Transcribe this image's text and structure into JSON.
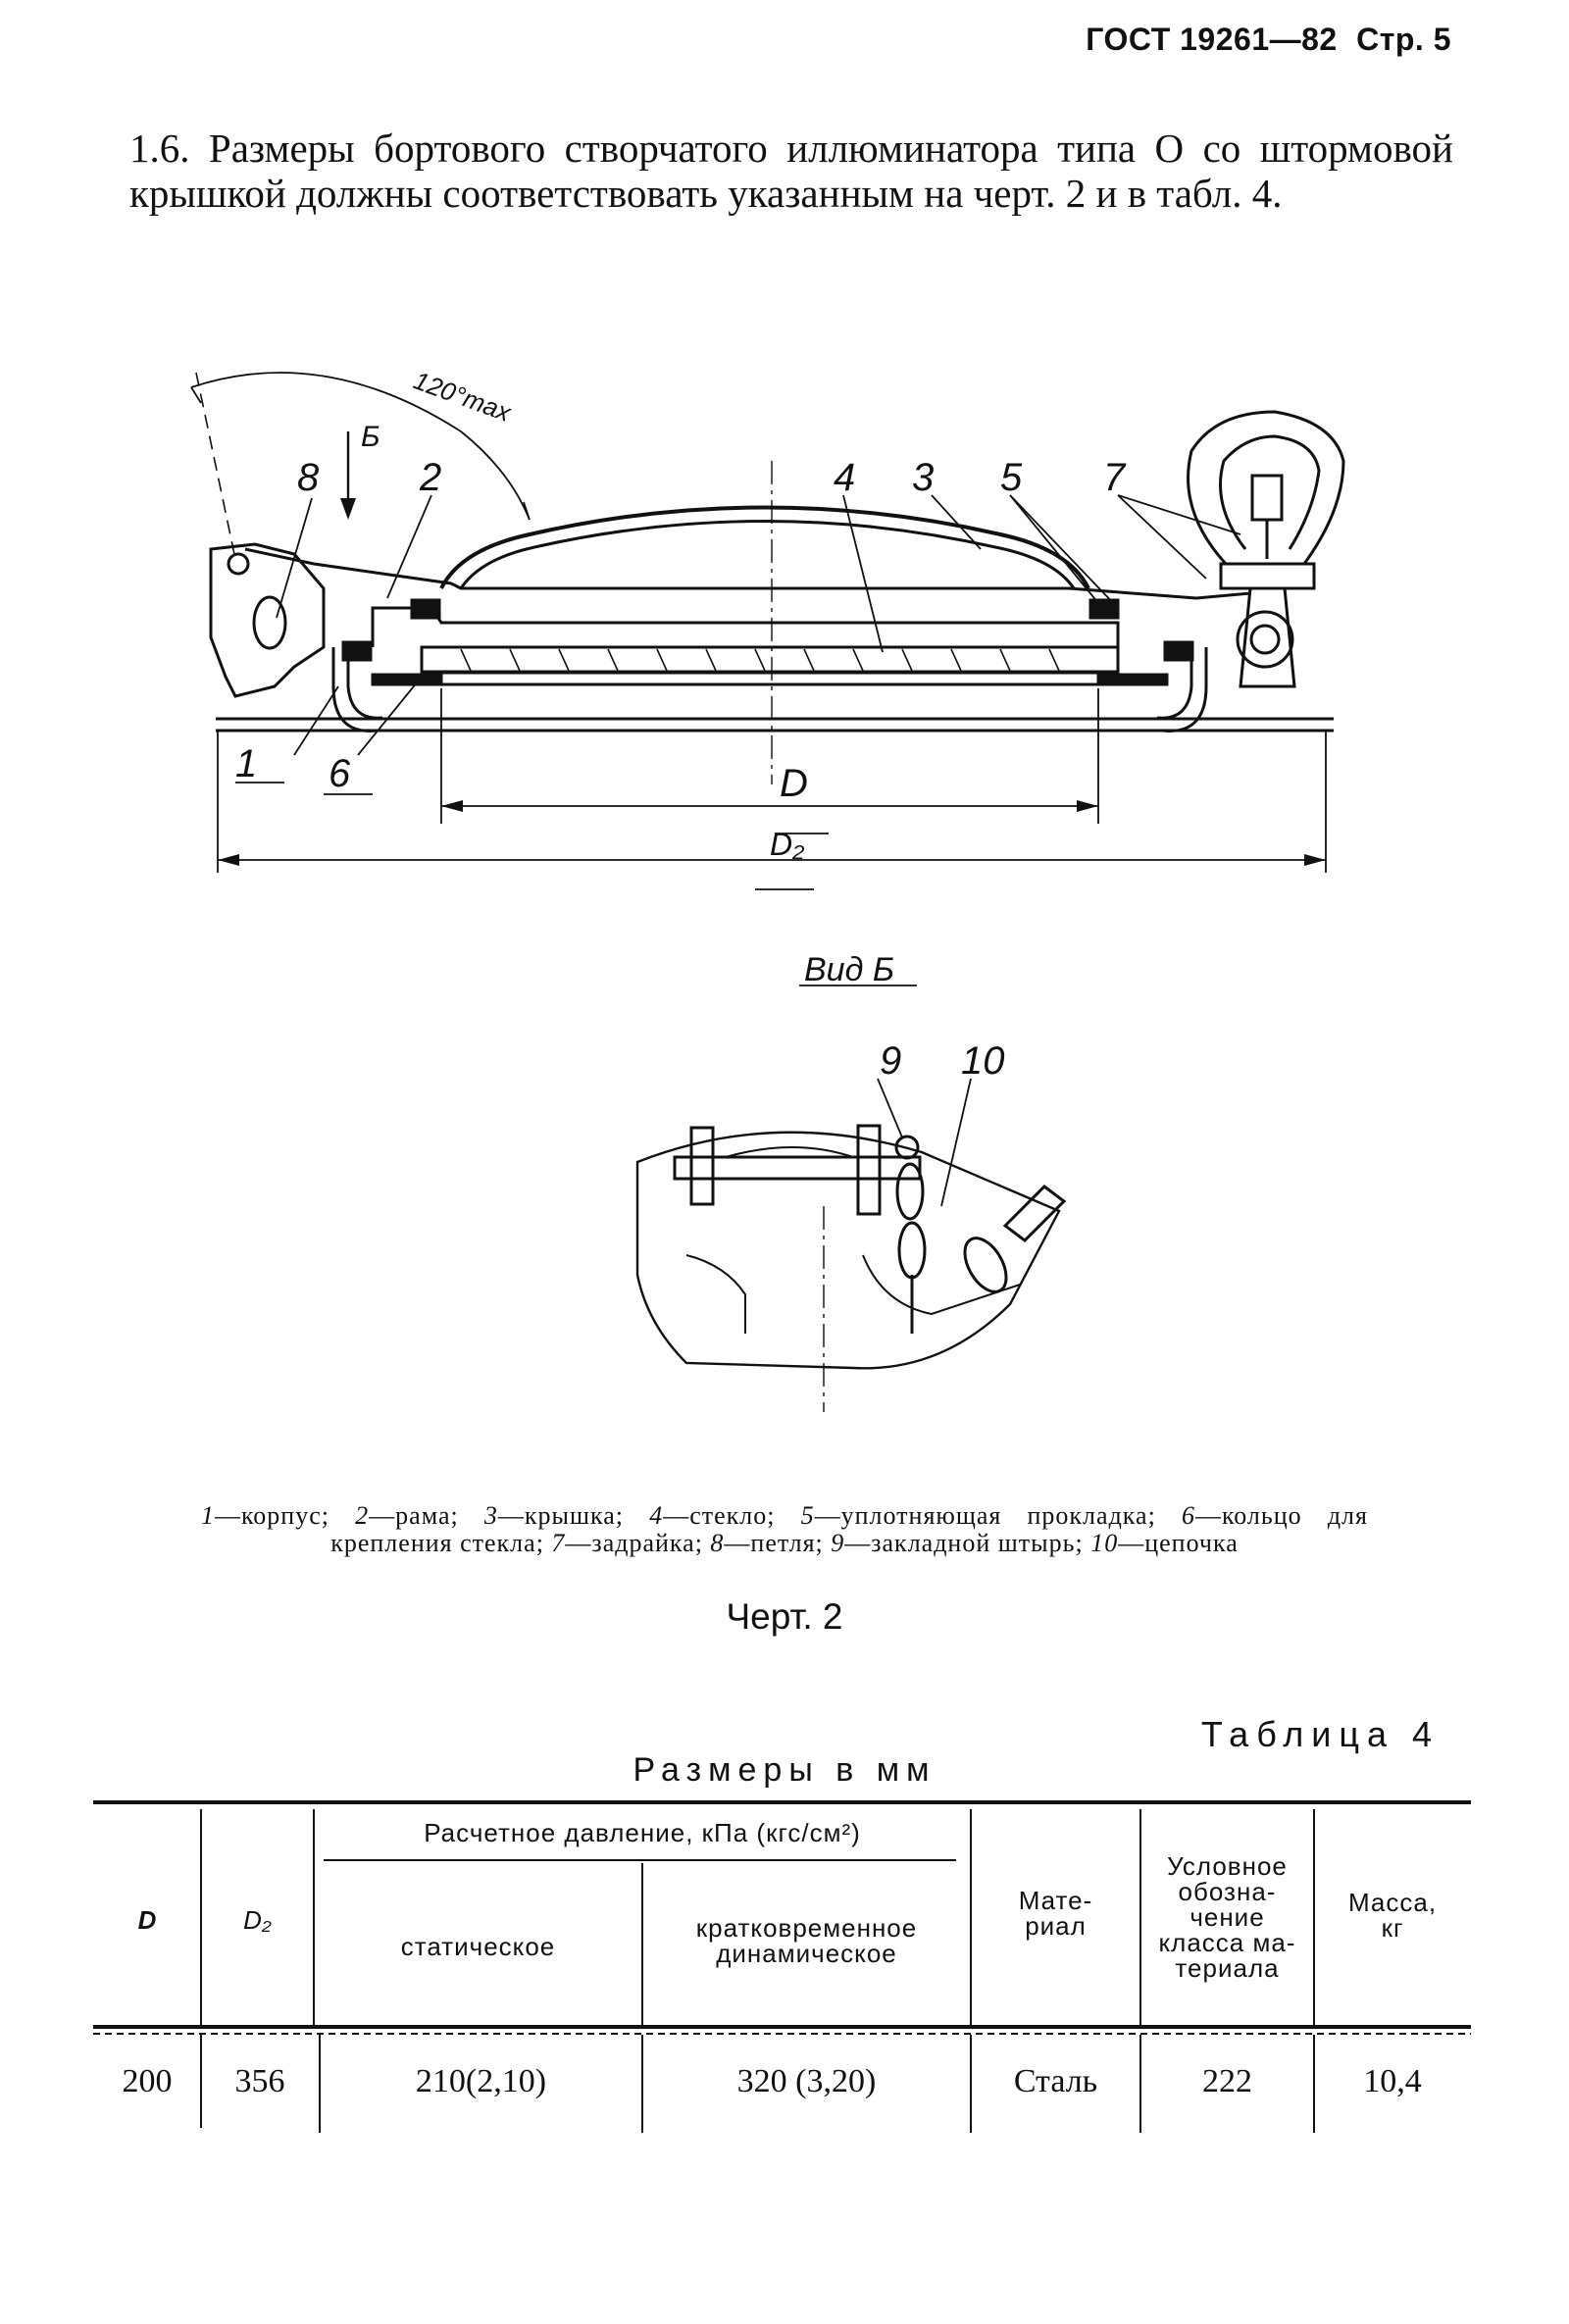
{
  "header": {
    "standard": "ГОСТ 19261—82",
    "page": "Стр. 5"
  },
  "intro": "1.6. Размеры бортового створчатого иллюминатора типа О со штормовой крышкой должны соответствовать указанным на черт. 2 и в табл. 4.",
  "drawing": {
    "callouts": [
      "8",
      "2",
      "4",
      "3",
      "5",
      "7",
      "1",
      "6",
      "9",
      "10"
    ],
    "dims": {
      "d": "D",
      "d2": "D₂",
      "angle": "120°max",
      "view_arrow": "Б"
    },
    "view_label": "Вид Б"
  },
  "legend": [
    {
      "num": "1",
      "text": "—корпус; "
    },
    {
      "num": "2",
      "text": "—рама; "
    },
    {
      "num": "3",
      "text": "—крышка; "
    },
    {
      "num": "4",
      "text": "—стекло; "
    },
    {
      "num": "5",
      "text": "—уплотняющая прокладка; "
    },
    {
      "num": "6",
      "text": "—кольцо для крепления стекла; "
    },
    {
      "num": "7",
      "text": "—задрайка; "
    },
    {
      "num": "8",
      "text": "—петля; "
    },
    {
      "num": "9",
      "text": "—закладной штырь; "
    },
    {
      "num": "10",
      "text": "—цепочка"
    }
  ],
  "caption": "Черт. 2",
  "table": {
    "title": "Таблица 4",
    "subtitle": "Размеры в мм",
    "headers": {
      "d": "D",
      "d2": "D₂",
      "pressure": "Расчетное давление, кПа (кгс/см²)",
      "static": "статическое",
      "dynamic_1": "кратковременное",
      "dynamic_2": "динамическое",
      "material_1": "Мате-",
      "material_2": "риал",
      "class_1": "Условное",
      "class_2": "обозна-",
      "class_3": "чение",
      "class_4": "класса ма-",
      "class_5": "териала",
      "mass_1": "Масса,",
      "mass_2": "кг"
    },
    "rows": [
      {
        "d": "200",
        "d2": "356",
        "static": "210(2,10)",
        "dynamic": "320 (3,20)",
        "material": "Сталь",
        "class": "222",
        "mass": "10,4"
      }
    ]
  }
}
